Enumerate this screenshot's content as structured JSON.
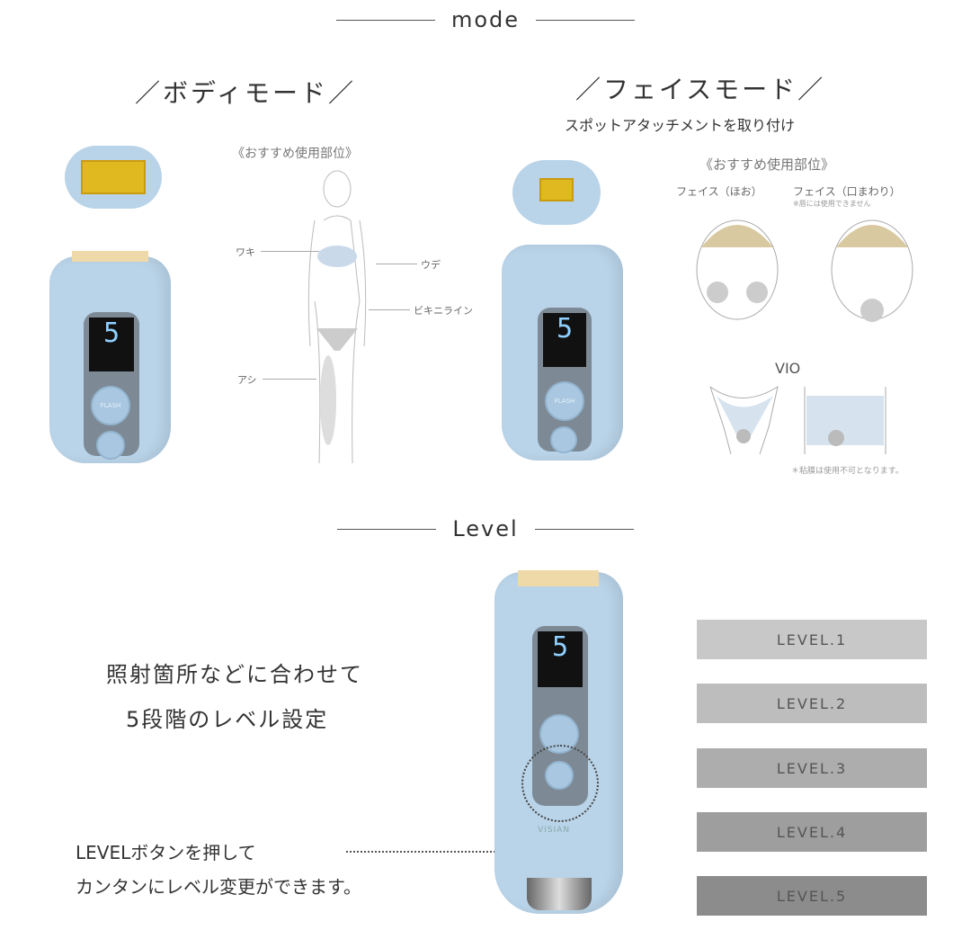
{
  "mode_section": {
    "title": "mode"
  },
  "body_mode": {
    "title": "／ボディモード／",
    "recommended": "《おすすめ使用部位》",
    "parts": [
      "ワキ",
      "ウデ",
      "ビキニライン",
      "アシ"
    ]
  },
  "face_mode": {
    "title": "／フェイスモード／",
    "subtitle": "スポットアタッチメントを取り付け",
    "recommended": "《おすすめ使用部位》",
    "face_cheek": "フェイス（ほお）",
    "face_mouth": "フェイス（口まわり）",
    "mouth_note": "※唇には使用できません",
    "vio": "VIO",
    "vio_note": "＊粘膜は使用不可となります。"
  },
  "level_section": {
    "title": "Level",
    "desc_line1": "照射箇所などに合わせて",
    "desc_line2": "5段階のレベル設定",
    "button_line1": "LEVELボタンを押して",
    "button_line2": "カンタンにレベル変更ができます。",
    "levels": [
      {
        "label": "LEVEL.1",
        "color": "#c8c8c8"
      },
      {
        "label": "LEVEL.2",
        "color": "#bdbdbd"
      },
      {
        "label": "LEVEL.3",
        "color": "#adadad"
      },
      {
        "label": "LEVEL.4",
        "color": "#9e9e9e"
      },
      {
        "label": "LEVEL.5",
        "color": "#8c8c8c"
      }
    ]
  },
  "device": {
    "display_digit": "5",
    "brand": "VISIAN",
    "flash_label": "FLASH"
  },
  "colors": {
    "device": "#b9d3e8",
    "window": "#e0b820"
  }
}
